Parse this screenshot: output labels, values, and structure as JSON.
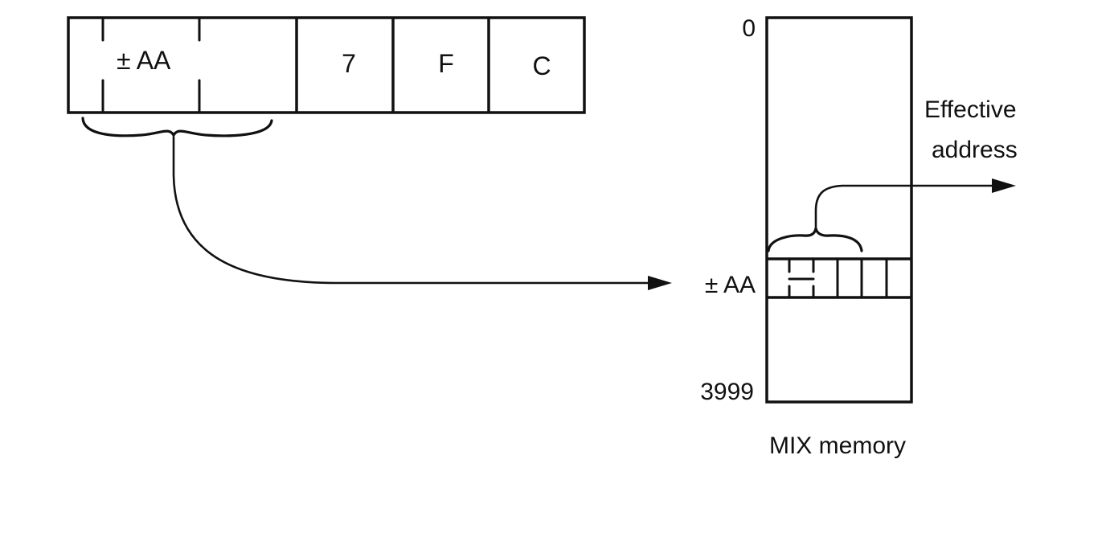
{
  "instruction": {
    "address_label": "± AA",
    "index_label": "7",
    "field_label": "F",
    "opcode_label": "C"
  },
  "memory": {
    "top_address": "0",
    "bottom_address": "3999",
    "pointer_label": "± AA",
    "caption": "MIX memory",
    "cell_byte_count": 5
  },
  "effective_address": {
    "line1": "Effective",
    "line2": "address"
  }
}
